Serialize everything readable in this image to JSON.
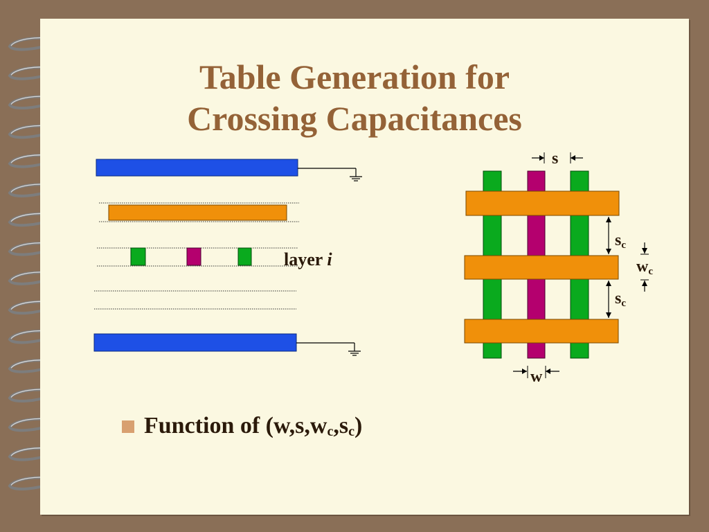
{
  "slide": {
    "title_line1": "Table Generation for",
    "title_line2": "Crossing Capacitances",
    "layer_label": "layer",
    "layer_var": "i",
    "label_s": "s",
    "label_s_c_base": "s",
    "label_c_sub": "c",
    "label_w_c_base": "w",
    "label_w": "w",
    "bullet_prefix": "Function of (w,s,w",
    "bullet_mid": ",s",
    "bullet_sub": "c",
    "bullet_suffix": ")"
  },
  "colors": {
    "background": "#8a6f57",
    "paper": "#fbf8e1",
    "title": "#946237",
    "ground_plane": "#1e50e6",
    "orange_wire": "#f0900a",
    "green_wire": "#0aaa1e",
    "magenta_wire": "#b4006e",
    "bullet_square": "#d8a070"
  }
}
